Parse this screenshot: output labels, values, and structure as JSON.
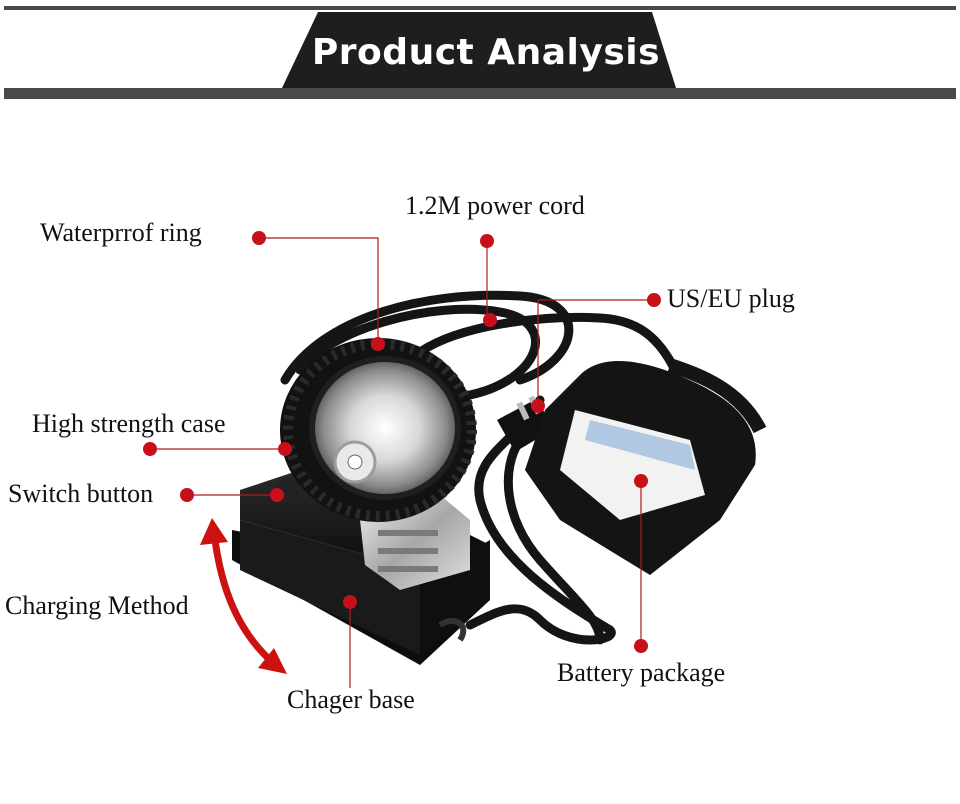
{
  "header": {
    "title": "Product Analysis"
  },
  "callouts": {
    "waterproof_ring": "Waterprrof ring",
    "power_cord": "1.2M power cord",
    "plug": "US/EU plug",
    "high_strength_case": "High strength case",
    "switch_button": "Switch button",
    "charging_method": "Charging Method",
    "charger_base": "Chager base",
    "battery_package": "Battery package"
  },
  "colors": {
    "header_bar": "#1e1e1e",
    "header_band": "#4a4a4a",
    "callout_dot": "#c8101a",
    "callout_line": "#b01a1a",
    "arrow": "#cc1111"
  }
}
